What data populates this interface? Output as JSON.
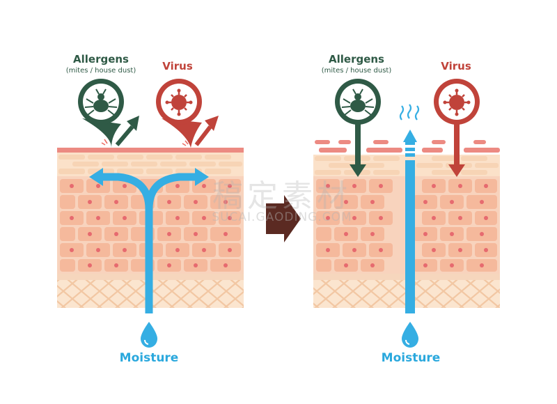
{
  "left_panel": {
    "allergens_title": "Allergens",
    "allergens_subtitle": "(mites / house dust)",
    "virus_title": "Virus",
    "moisture_label": "Moisture"
  },
  "right_panel": {
    "allergens_title": "Allergens",
    "allergens_subtitle": "(mites / house dust)",
    "virus_title": "Virus",
    "moisture_label": "Moisture"
  },
  "watermark": {
    "main": "稿定素材",
    "sub": "SUCAI.GAODING.COM"
  },
  "colors": {
    "allergen": "#2f5a46",
    "virus": "#c0433a",
    "moisture": "#2aa8dd",
    "arrow": "#5b2a22",
    "skin_top": "#f7d8c0",
    "skin_mid": "#f3b699",
    "skin_cell": "#f6c0a6",
    "skin_nucleus": "#e66a6f",
    "dermis": "#fbe5cf"
  },
  "icons": {
    "allergen": "mite-icon",
    "virus": "virus-icon",
    "moisture": "water-drop-icon",
    "steam": "steam-icon",
    "transition": "right-arrow-icon"
  }
}
